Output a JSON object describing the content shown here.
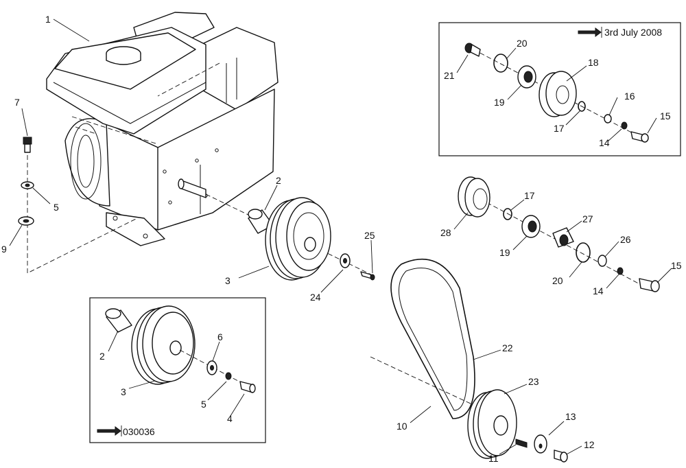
{
  "labels": {
    "p1": "1",
    "p2": "2",
    "p3": "3",
    "p5": "5",
    "p7": "7",
    "p9": "9",
    "p24": "24",
    "p25": "25",
    "i2": "2",
    "i3": "3",
    "i4": "4",
    "i5": "5",
    "i6": "6",
    "b14": "14",
    "b15": "15",
    "b16": "16",
    "b17": "17",
    "b18": "18",
    "b19": "19",
    "b20": "20",
    "b21": "21",
    "m10": "10",
    "m11": "11",
    "m12": "12",
    "m13": "13",
    "m14": "14",
    "m15": "15",
    "m17": "17",
    "m19": "19",
    "m20": "20",
    "m22": "22",
    "m23": "23",
    "m26": "26",
    "m27": "27",
    "m28": "28"
  },
  "inset_left": {
    "note": "030036"
  },
  "inset_right": {
    "note": "3rd July 2008"
  }
}
